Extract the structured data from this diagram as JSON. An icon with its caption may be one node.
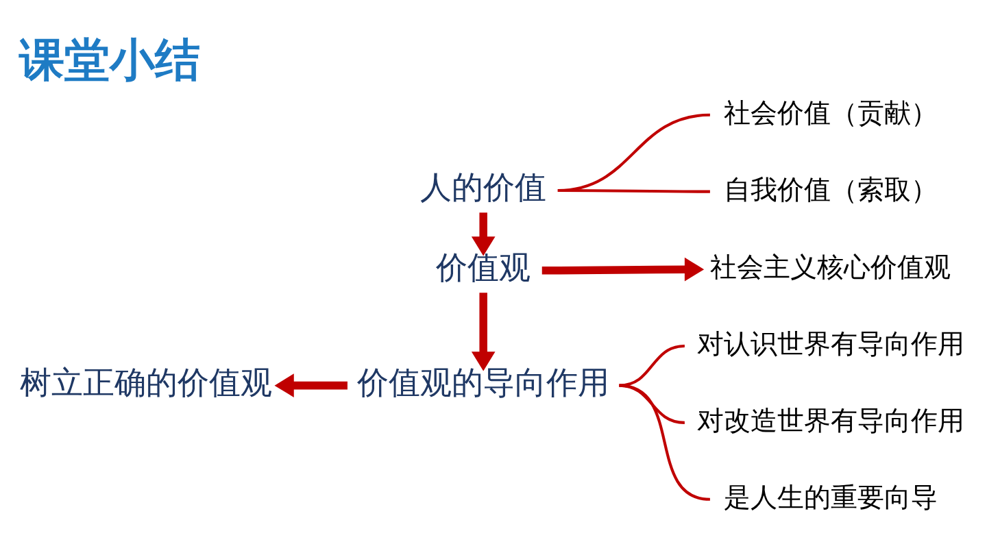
{
  "diagram": {
    "title": "课堂小结",
    "nodes": [
      {
        "text": [
          "人的价值"
        ]
      },
      {
        "text": [
          "社会价值（贡献）"
        ]
      },
      {
        "text": [
          "自我价值（索取）"
        ]
      },
      {
        "text": [
          "价值观"
        ]
      },
      {
        "text": [
          "社会主义核心价值观"
        ]
      },
      {
        "text": [
          "价值观的导向作用"
        ]
      },
      {
        "text": [
          "对认识世界有导向作用"
        ]
      },
      {
        "text": [
          "对改造世界有导向作用"
        ]
      },
      {
        "text": [
          "是人生的重要向导"
        ]
      },
      {
        "text": [
          "树立正确的价值观"
        ]
      }
    ],
    "edges": [
      {
        "from": 0,
        "to": 1,
        "arrow": "none"
      },
      {
        "from": 0,
        "to": 2,
        "arrow": "none"
      },
      {
        "from": 0,
        "to": 3,
        "arrow": "to",
        "style": "thick"
      },
      {
        "from": 3,
        "to": 4,
        "arrow": "to",
        "style": "thick"
      },
      {
        "from": 3,
        "to": 5,
        "arrow": "to",
        "style": "thick"
      },
      {
        "from": 5,
        "to": 9,
        "arrow": "to",
        "style": "thick"
      },
      {
        "from": 5,
        "to": 6,
        "arrow": "none"
      },
      {
        "from": 5,
        "to": 7,
        "arrow": "none"
      },
      {
        "from": 5,
        "to": 8,
        "arrow": "none"
      }
    ]
  }
}
